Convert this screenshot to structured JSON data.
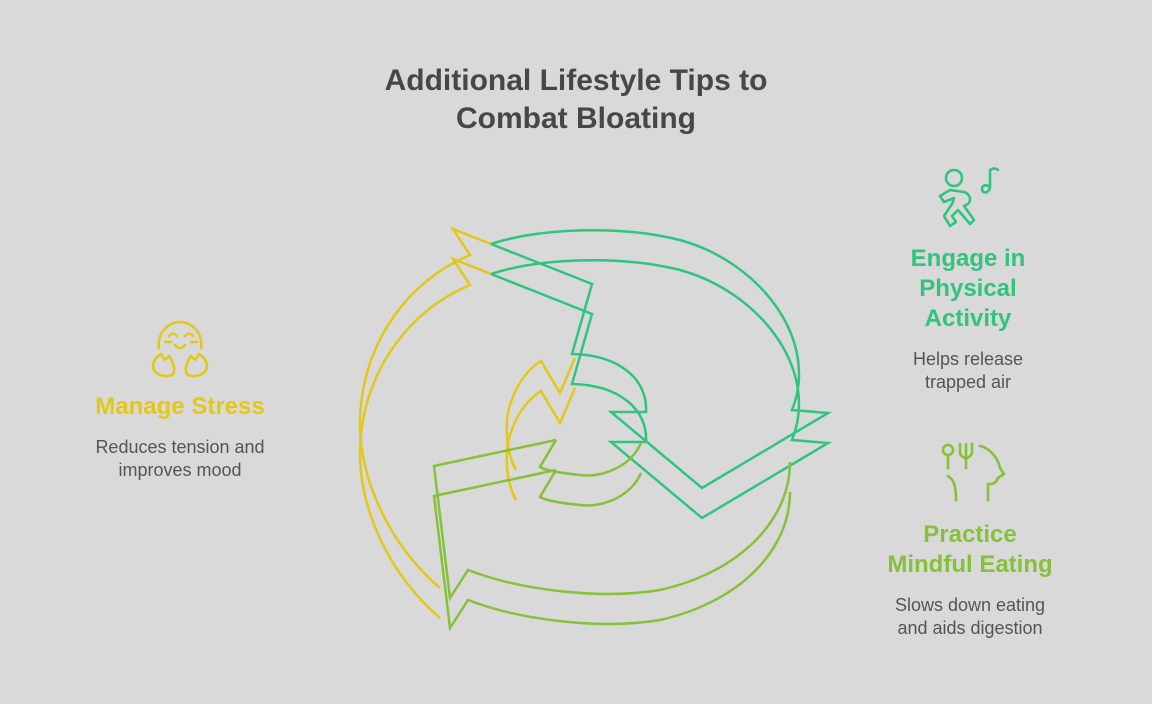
{
  "title": {
    "line1": "Additional Lifestyle Tips to",
    "line2": "Combat Bloating"
  },
  "colors": {
    "background": "#d9d9d9",
    "title": "#474747",
    "stress": "#e3c81a",
    "activity": "#30c57e",
    "eating": "#86c13a",
    "description": "#555555"
  },
  "items": [
    {
      "id": "stress",
      "icon": "hugging-face-icon",
      "heading_lines": [
        "Manage Stress"
      ],
      "description_lines": [
        "Reduces tension and",
        "improves mood"
      ]
    },
    {
      "id": "activity",
      "icon": "dancing-person-music-icon",
      "heading_lines": [
        "Engage in",
        "Physical",
        "Activity"
      ],
      "description_lines": [
        "Helps release",
        "trapped air"
      ]
    },
    {
      "id": "eating",
      "icon": "mindful-eating-head-icon",
      "heading_lines": [
        "Practice",
        "Mindful Eating"
      ],
      "description_lines": [
        "Slows down eating",
        "and aids digestion"
      ]
    }
  ]
}
